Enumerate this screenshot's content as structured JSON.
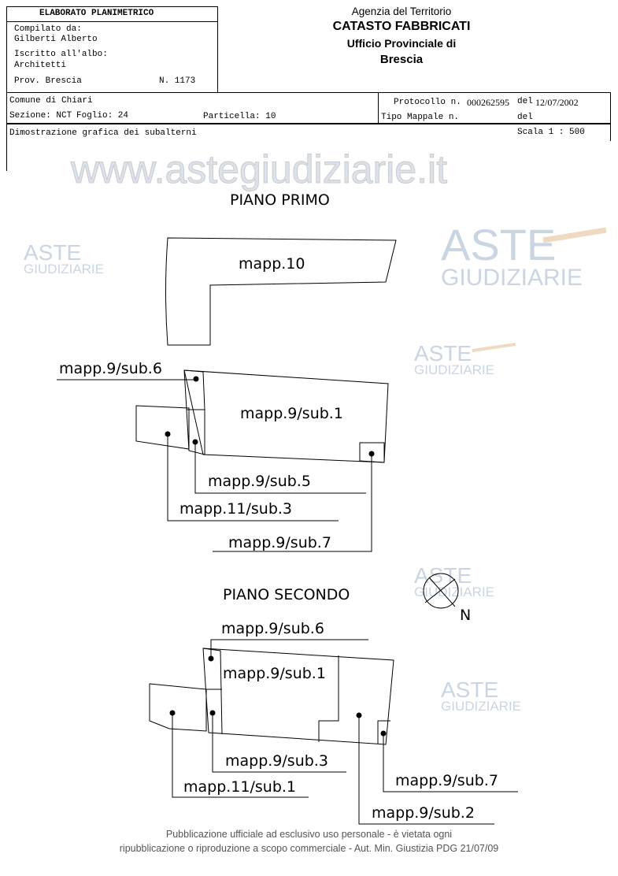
{
  "header": {
    "title": "ELABORATO PLANIMETRICO",
    "compilato_label": "Compilato da:",
    "compilato_name": "Gilberti Alberto",
    "iscritto_label": "Iscritto all'albo:",
    "iscritto_value": "Architetti",
    "prov": "Prov. Brescia",
    "numero": "N.  1173"
  },
  "agency": {
    "line1": "Agenzia del Territorio",
    "line2": "CATASTO FABBRICATI",
    "line3": "Ufficio Provinciale di",
    "line4": "Brescia"
  },
  "info": {
    "comune": "Comune di Chiari",
    "sezione": "Sezione: NCT",
    "foglio": "Foglio: 24",
    "particella": "Particella: 10",
    "protocollo_label": "Protocollo n.",
    "protocollo_value": "000262595",
    "del_label": "del",
    "protocollo_date": "12/07/2002",
    "tipo_mappale": "Tipo Mappale n.",
    "del2": "del",
    "description": "Dimostrazione grafica dei subalterni",
    "scala": "Scala 1 : 500"
  },
  "plan": {
    "floor1_title": "PIANO PRIMO",
    "floor1_labels": [
      "mapp.10",
      "mapp.9/sub.6",
      "mapp.9/sub.1",
      "mapp.9/sub.5",
      "mapp.11/sub.3",
      "mapp.9/sub.7"
    ],
    "floor2_title": "PIANO SECONDO",
    "floor2_labels": [
      "mapp.9/sub.6",
      "mapp.9/sub.1",
      "mapp.9/sub.3",
      "mapp.11/sub.1",
      "mapp.9/sub.7",
      "mapp.9/sub.2"
    ],
    "north": "N"
  },
  "watermark": {
    "logo_top": "ASTE",
    "logo_bottom": "GIUDIZIARIE",
    "site": "www.astegiudiziarie.it"
  },
  "footer": {
    "line1": "Pubblicazione ufficiale ad esclusivo uso personale - è vietata ogni",
    "line2": "ripubblicazione o riproduzione a scopo commerciale - Aut. Min. Giustizia PDG 21/07/09"
  }
}
